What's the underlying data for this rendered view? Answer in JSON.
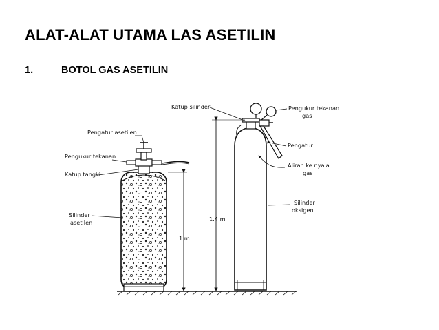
{
  "page": {
    "title": "ALAT-ALAT UTAMA LAS ASETILIN",
    "item_number": "1.",
    "item_label": "BOTOL GAS ASETILIN"
  },
  "diagram": {
    "labels": {
      "pengatur_asetilen": "Pengatur asetilen",
      "pengukur_tekanan_left": "Pengukur tekanan",
      "katup_tangki": "Katup tangki",
      "silinder_asetilen_1": "Silinder",
      "silinder_asetilen_2": "asetilen",
      "height_1m": "1 m",
      "height_14m": "1.4 m",
      "katup_silinder": "Katup silinder",
      "pengukur_tekanan_gas_1": "Pengukur tekanan",
      "pengukur_tekanan_gas_2": "gas",
      "pengatur": "Pengatur",
      "aliran_1": "Aliran ke nyala",
      "aliran_2": "gas",
      "silinder_oksigen_1": "Silinder",
      "silinder_oksigen_2": "oksigen"
    }
  },
  "colors": {
    "ink": "#111111",
    "background": "#ffffff"
  }
}
